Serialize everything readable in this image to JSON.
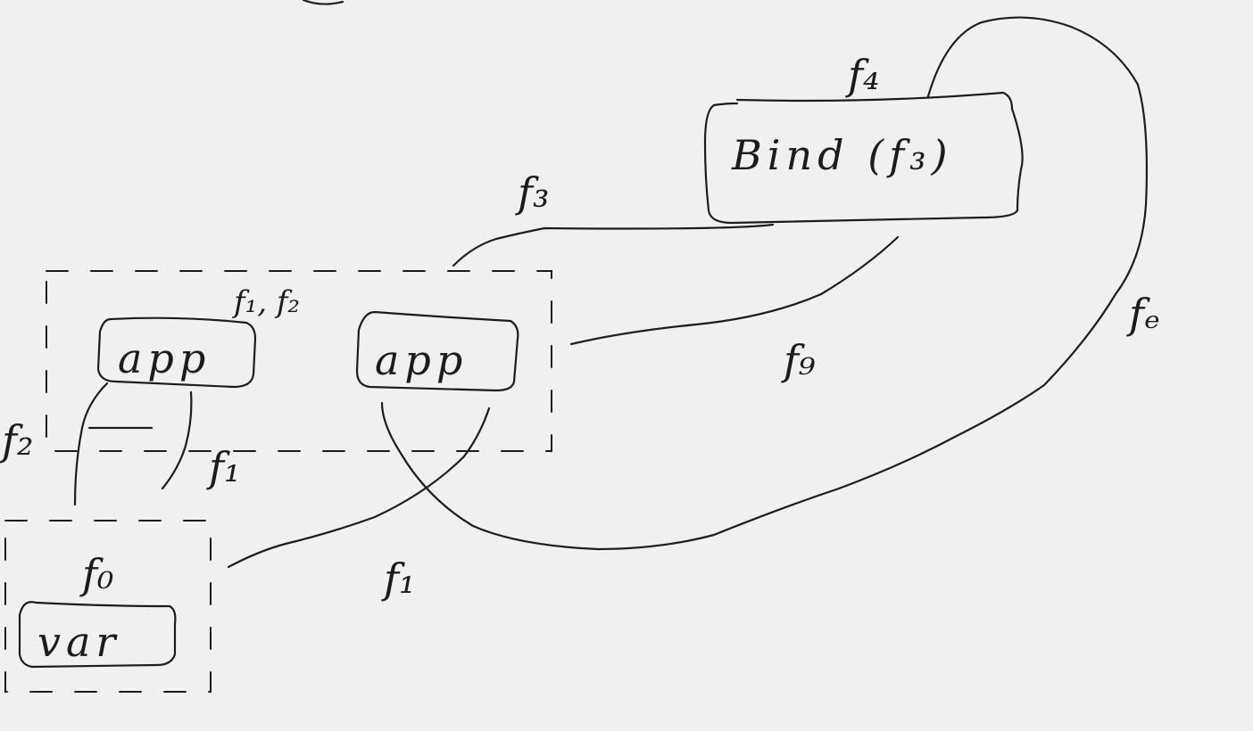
{
  "diagram": {
    "nodes": {
      "bind": {
        "label": "Bind (f₃)"
      },
      "app_left": {
        "label": "app"
      },
      "app_right": {
        "label": "app"
      },
      "var": {
        "label": "var"
      }
    },
    "edge_labels": {
      "f4": "f₄",
      "f3": "f₃",
      "f9": "f₉",
      "fe": "fₑ",
      "f1_f2": "f₁, f₂",
      "f2": "f₂",
      "f1_inner": "f₁",
      "f0": "f₀",
      "f1_lower": "f₁"
    }
  }
}
